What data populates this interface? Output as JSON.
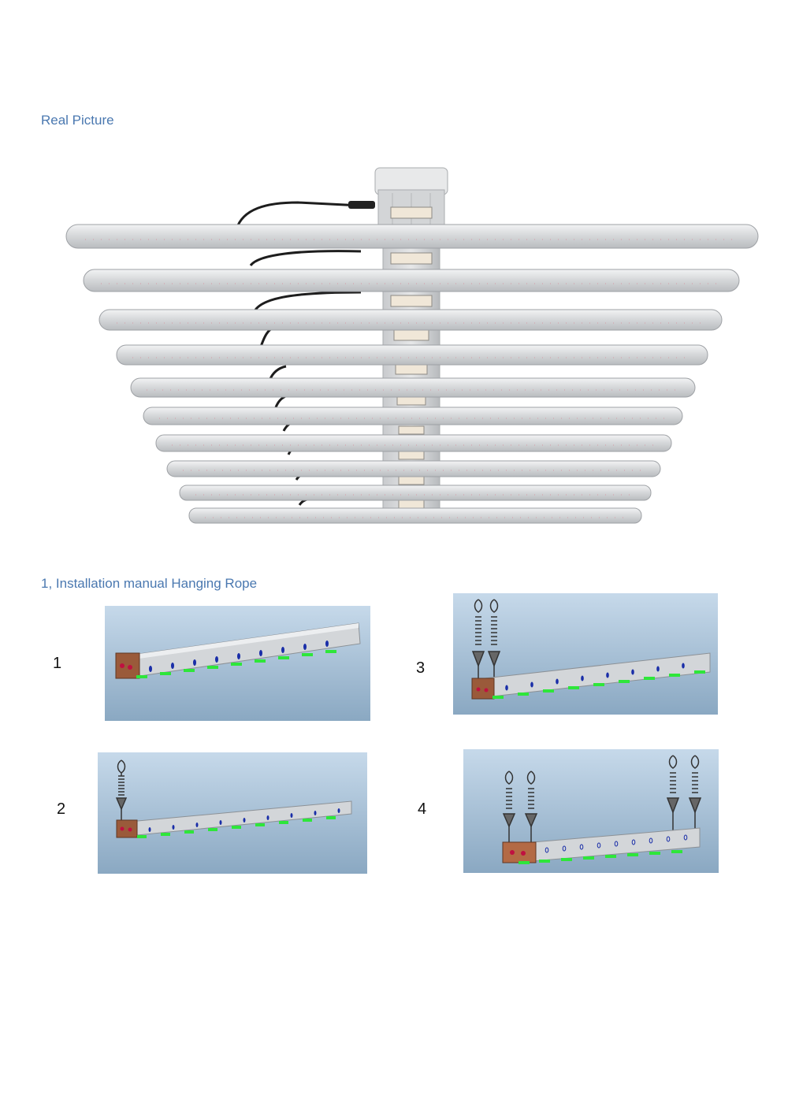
{
  "sections": {
    "real_picture": {
      "title": "Real Picture"
    },
    "installation": {
      "title": "1, Installation manual Hanging Rope",
      "steps": [
        {
          "number": "1",
          "hangers": 0
        },
        {
          "number": "2",
          "hangers": 1
        },
        {
          "number": "3",
          "hangers": 2
        },
        {
          "number": "4",
          "hangers": 4
        }
      ]
    }
  },
  "colors": {
    "heading": "#4a78b0",
    "panel_background_top": "#c6d9ea",
    "panel_background_bottom": "#8aa8c2",
    "led_blue": "#1a2ea8",
    "led_green": "#2ee63a",
    "end_cap": "#9a5a3a",
    "bar_body": "#c9cbce"
  },
  "icons": [
    "led-bar-fixture",
    "hanging-rope-icon",
    "power-driver-box"
  ]
}
